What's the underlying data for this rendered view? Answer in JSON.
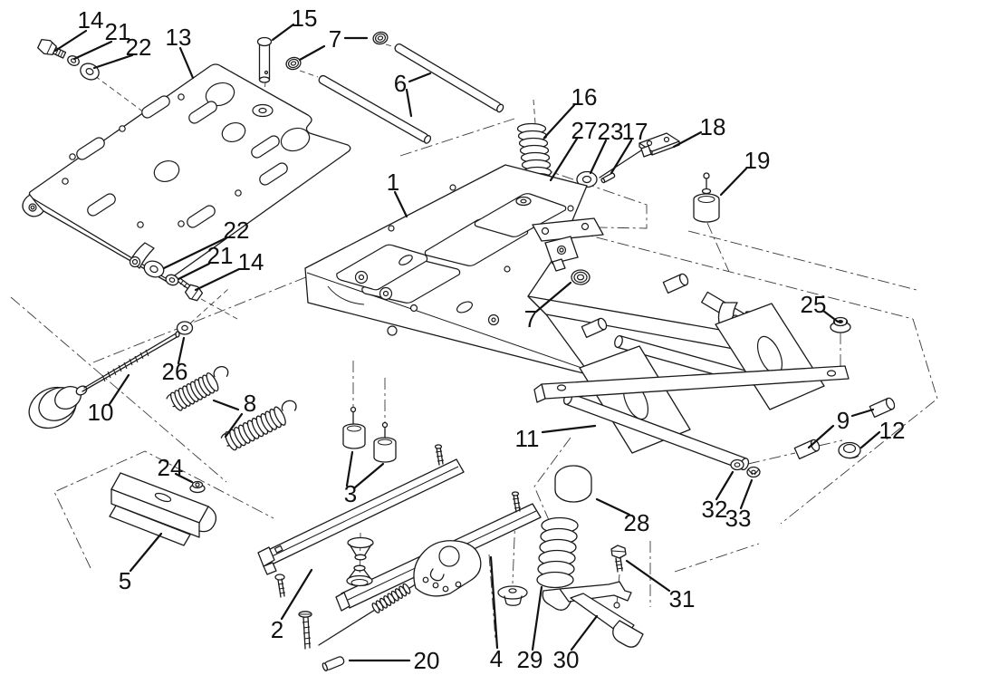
{
  "figure": {
    "kind": "exploded-parts-diagram",
    "subject": "seat suspension assembly",
    "colors": {
      "background": "#ffffff",
      "line": "#1a1a1a",
      "label": "#111111"
    }
  },
  "callouts": [
    {
      "id": "14-a",
      "label": "14"
    },
    {
      "id": "21-a",
      "label": "21"
    },
    {
      "id": "22-a",
      "label": "22"
    },
    {
      "id": "13",
      "label": "13"
    },
    {
      "id": "15",
      "label": "15"
    },
    {
      "id": "7-a",
      "label": "7"
    },
    {
      "id": "6",
      "label": "6"
    },
    {
      "id": "16",
      "label": "16"
    },
    {
      "id": "27",
      "label": "27"
    },
    {
      "id": "23",
      "label": "23"
    },
    {
      "id": "17",
      "label": "17"
    },
    {
      "id": "18",
      "label": "18"
    },
    {
      "id": "19",
      "label": "19"
    },
    {
      "id": "1",
      "label": "1"
    },
    {
      "id": "22-b",
      "label": "22"
    },
    {
      "id": "21-b",
      "label": "21"
    },
    {
      "id": "14-b",
      "label": "14"
    },
    {
      "id": "7-b",
      "label": "7"
    },
    {
      "id": "25",
      "label": "25"
    },
    {
      "id": "26",
      "label": "26"
    },
    {
      "id": "10",
      "label": "10"
    },
    {
      "id": "8",
      "label": "8"
    },
    {
      "id": "24",
      "label": "24"
    },
    {
      "id": "3",
      "label": "3"
    },
    {
      "id": "11",
      "label": "11"
    },
    {
      "id": "9",
      "label": "9"
    },
    {
      "id": "12",
      "label": "12"
    },
    {
      "id": "32",
      "label": "32"
    },
    {
      "id": "33",
      "label": "33"
    },
    {
      "id": "28",
      "label": "28"
    },
    {
      "id": "31",
      "label": "31"
    },
    {
      "id": "5",
      "label": "5"
    },
    {
      "id": "2",
      "label": "2"
    },
    {
      "id": "20",
      "label": "20"
    },
    {
      "id": "4",
      "label": "4"
    },
    {
      "id": "29",
      "label": "29"
    },
    {
      "id": "30",
      "label": "30"
    }
  ]
}
